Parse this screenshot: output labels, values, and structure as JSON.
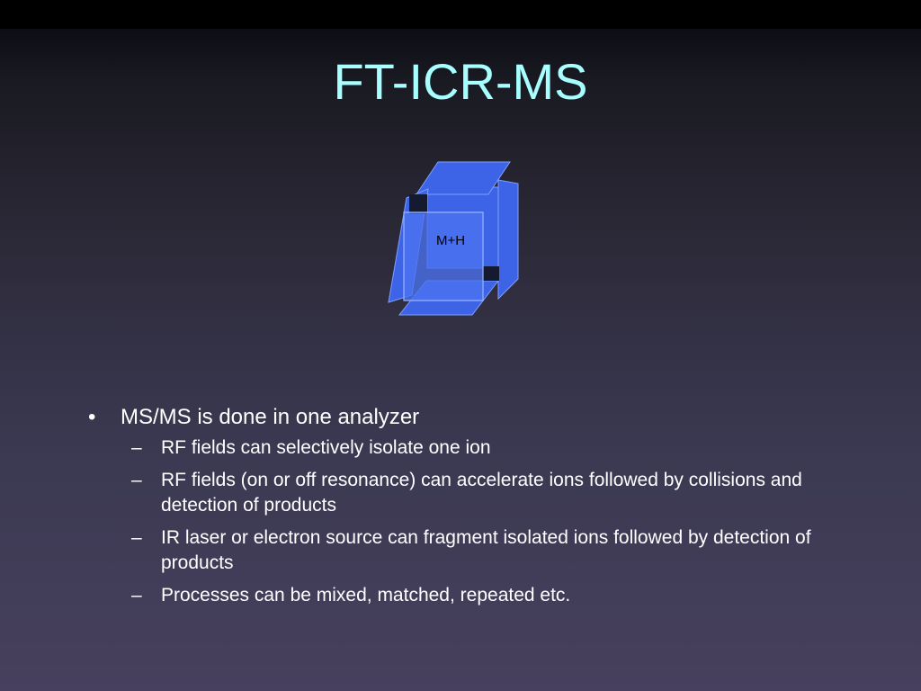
{
  "slide": {
    "title": "FT-ICR-MS",
    "title_color": "#a8ffff",
    "diagram": {
      "ion_label": "M+H",
      "plate_color": "#3d63e6",
      "plate_edge": "#7fa0ff"
    },
    "bullets": [
      {
        "text": "MS/MS is done in one analyzer",
        "marker": "•",
        "children": [
          {
            "text": "RF fields can selectively isolate one ion",
            "marker": "–"
          },
          {
            "text": "RF fields (on or off resonance) can accelerate ions followed by collisions and detection of products",
            "marker": "–"
          },
          {
            "text": "IR laser or electron source can fragment isolated ions followed by detection of products",
            "marker": "–"
          },
          {
            "text": "Processes can be mixed, matched, repeated etc.",
            "marker": "–"
          }
        ]
      }
    ]
  }
}
